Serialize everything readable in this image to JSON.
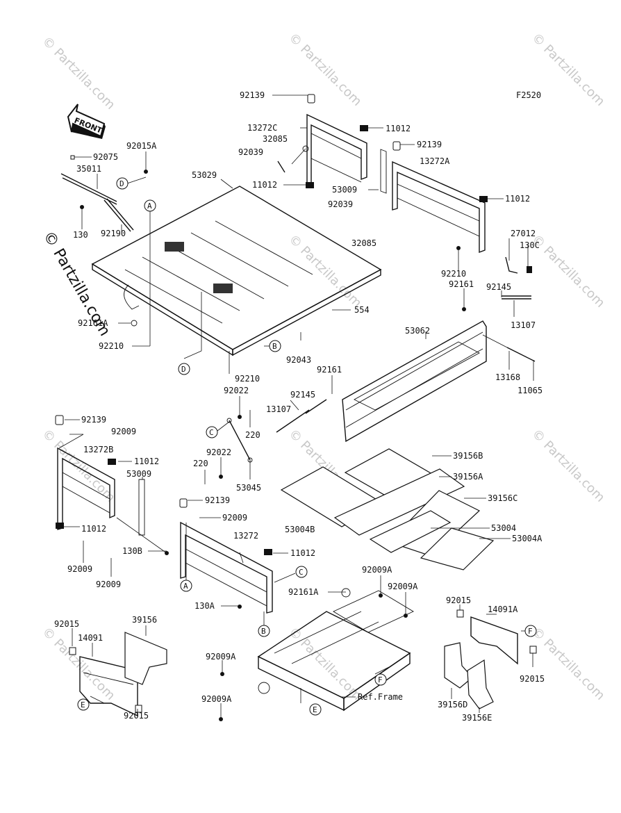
{
  "figure_code": "F2520",
  "front_label": "FRONT",
  "watermark": "© Partzilla.com",
  "side_watermark": "© Partzilla.com",
  "callout_letters": [
    "A",
    "B",
    "C",
    "D",
    "E",
    "F"
  ],
  "parts": {
    "p92139a": "92139",
    "p13272C": "13272C",
    "p11012a": "11012",
    "p32085a": "32085",
    "p92039a": "92039",
    "p11012b": "11012",
    "p92139b": "92139",
    "p13272A": "13272A",
    "p53009a": "53009",
    "p92039b": "92039",
    "p11012c": "11012",
    "p32085b": "32085",
    "p27012": "27012",
    "p130C": "130C",
    "p92075": "92075",
    "p92015A": "92015A",
    "p35011": "35011",
    "p53029": "53029",
    "p130a": "130",
    "p92190": "92190",
    "p92210a": "92210",
    "p92161a": "92161",
    "p92145a": "92145",
    "p13107a": "13107",
    "p554": "554",
    "p92161A": "92161A",
    "p92210b": "92210",
    "p92043": "92043",
    "p53062": "53062",
    "p13168": "13168",
    "p11065": "11065",
    "p92210c": "92210",
    "p92161b": "92161",
    "p92022a": "92022",
    "p92145b": "92145",
    "p13107b": "13107",
    "p220a": "220",
    "p92022b": "92022",
    "p220b": "220",
    "p53045": "53045",
    "p92139c": "92139",
    "p92009a": "92009",
    "p13272B": "13272B",
    "p11012d": "11012",
    "p53009b": "53009",
    "p11012e": "11012",
    "p92009b": "92009",
    "p92009c": "92009",
    "p39156B": "39156B",
    "p39156A": "39156A",
    "p39156C": "39156C",
    "p53004B": "53004B",
    "p53004": "53004",
    "p53004A": "53004A",
    "p92139d": "92139",
    "p92009d": "92009",
    "p13272": "13272",
    "p130B": "130B",
    "p11012f": "11012",
    "p92009A1": "92009A",
    "p92161Ab": "92161A",
    "p92009A2": "92009A",
    "p130A": "130A",
    "p92015a": "92015",
    "p39156": "39156",
    "p14091": "14091",
    "p92015b": "92015",
    "p92009A3": "92009A",
    "p92009A4": "92009A",
    "p92015c": "92015",
    "p14091A": "14091A",
    "p92015d": "92015",
    "p39156D": "39156D",
    "p39156E": "39156E",
    "pRefFrame": "Ref.Frame"
  }
}
